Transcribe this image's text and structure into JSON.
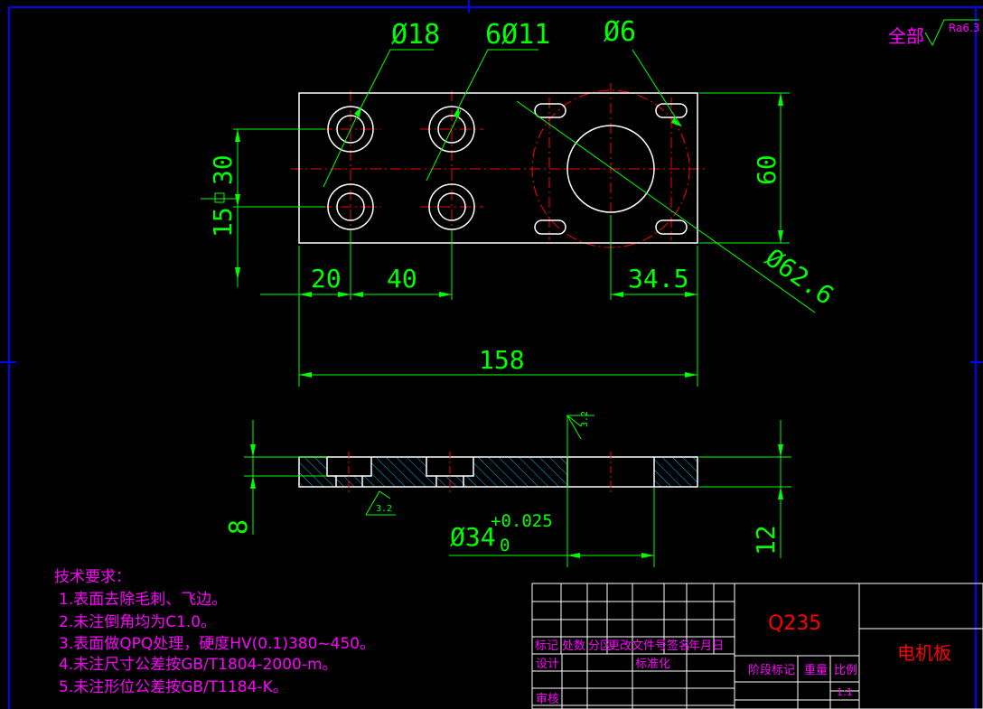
{
  "dimensions": {
    "hole_large": "Ø18",
    "hole_count": "6Ø11",
    "hole_small": "Ø6",
    "pitch_vertical": "30",
    "offset_vertical": "15",
    "height": "60",
    "x_first": "20",
    "x_spacing": "40",
    "x_right": "34.5",
    "length": "158",
    "circle_diameter": "Ø62.6",
    "bore": "Ø34",
    "bore_tol_upper": "+0.025",
    "bore_tol_lower": "0",
    "thickness_counterbore": "8",
    "thickness": "12"
  },
  "roughness": {
    "label": "全部",
    "value": "Ra6.3",
    "top_mark": "3.2",
    "bottom_mark": "3.2"
  },
  "tech_requirements": {
    "title": "技术要求：",
    "items": [
      "1.表面去除毛刺、飞边。",
      "2.未注倒角均为C1.0。",
      "3.表面做QPQ处理，硬度HV(0.1)380~450。",
      "4.未注尺寸公差按GB/T1804-2000-m。",
      "5.未注形位公差按GB/T1184-K。"
    ]
  },
  "title_block": {
    "material": "Q235",
    "part_name": "电机板",
    "header_row": [
      "标记",
      "处数",
      "分区",
      "更改文件号",
      "签名",
      "年月日"
    ],
    "design": "设计",
    "standardization": "标准化",
    "review": "审核",
    "stage_mark": "阶段标记",
    "weight": "重量",
    "scale": "比例",
    "scale_value": "1:1"
  },
  "colors": {
    "background": "#000000",
    "outline": "#ffffff",
    "dimension": "#00ff00",
    "centerline": "#ff0000",
    "hatch": "#00b4ff",
    "annotation": "#ff00ff",
    "frame": "#0000ff"
  }
}
